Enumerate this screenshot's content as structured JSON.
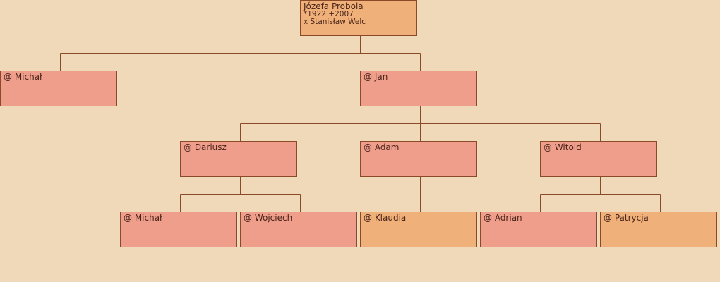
{
  "root": {
    "name": "Józefa Probola",
    "dates": "*1922 +2007",
    "spouse": "x Stanisław Welc"
  },
  "children": {
    "michal": "@ Michał",
    "jan": "@ Jan"
  },
  "grandchildren": {
    "dariusz": "@ Dariusz",
    "adam": "@ Adam",
    "witold": "@ Witold"
  },
  "great_grandchildren": {
    "michal": "@ Michał",
    "wojciech": "@ Wojciech",
    "klaudia": "@ Klaudia",
    "adrian": "@ Adrian",
    "patrycja": "@ Patrycja"
  },
  "colors": {
    "background": "#f0d9b9",
    "male_box": "#ef9e8c",
    "female_box": "#efb07a",
    "border": "#8a4a2a",
    "text": "#4a2418"
  }
}
